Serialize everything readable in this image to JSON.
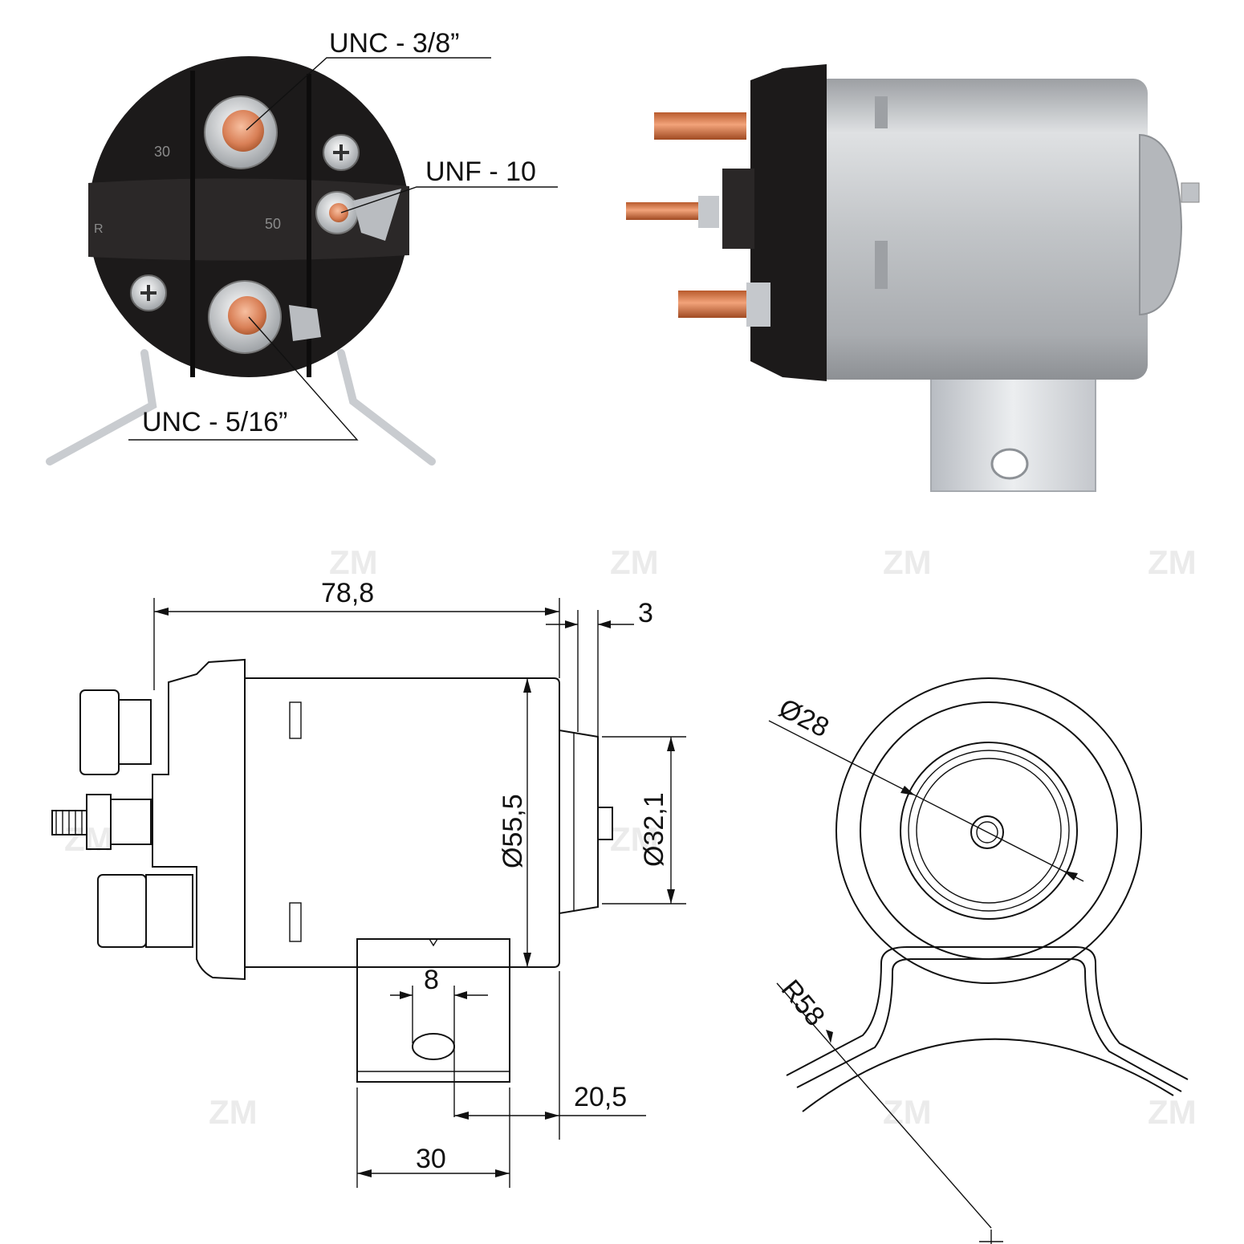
{
  "top_labels": {
    "stud_large": "UNC - 3/8”",
    "stud_small": "UNF - 10",
    "stud_medium": "UNC - 5/16”"
  },
  "terminal_marks": {
    "t30": "30",
    "t50": "50",
    "tr": "R"
  },
  "watermark": "ZM",
  "dimensions": {
    "overall_length": "78,8",
    "flange_thickness": "3",
    "body_diameter": "Ø55,5",
    "cap_diameter": "Ø32,1",
    "hole_diameter": "8",
    "hole_offset": "20,5",
    "bracket_width": "30",
    "end_cap_diameter": "Ø28",
    "bracket_radius": "R58"
  },
  "colors": {
    "body_silver": "#c4c6c8",
    "terminal_black": "#1c1a1a",
    "copper": "#d97d4e",
    "zinc": "#d4d6da",
    "watermark": "#e9e9e9"
  }
}
